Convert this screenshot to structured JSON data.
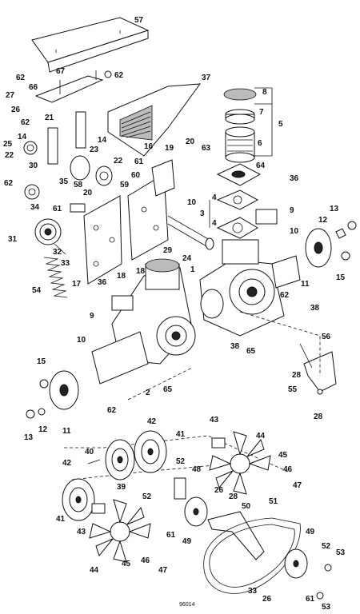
{
  "drawing_number": "96014",
  "callouts": {
    "c57": "57",
    "c67": "67",
    "c62a": "62",
    "c27": "27",
    "c26a": "26",
    "c66": "66",
    "c62b": "62",
    "c37": "37",
    "c8": "8",
    "c7": "7",
    "c5": "5",
    "c6": "6",
    "c62c": "62",
    "c21": "21",
    "c25": "25",
    "c14a": "14",
    "c22a": "22",
    "c14b": "14",
    "c23": "23",
    "c16": "16",
    "c19": "19",
    "c20a": "20",
    "c63": "63",
    "c64": "64",
    "c30": "30",
    "c22b": "22",
    "c61a": "61",
    "c60": "60",
    "c36a": "36",
    "c62d": "62",
    "c35": "35",
    "c58": "58",
    "c20b": "20",
    "c59": "59",
    "c10a": "10",
    "c3": "3",
    "c4a": "4",
    "c4b": "4",
    "c9a": "9",
    "c13a": "13",
    "c12a": "12",
    "c34": "34",
    "c61b": "61",
    "c31": "31",
    "c32": "32",
    "c33a": "33",
    "c10b": "10",
    "c29": "29",
    "c24": "24",
    "c15a": "15",
    "c11a": "11",
    "c17": "17",
    "c18a": "18",
    "c18b": "18",
    "c36b": "36",
    "c54": "54",
    "c1": "1",
    "c62e": "62",
    "c38a": "38",
    "c9b": "9",
    "c10c": "10",
    "c38b": "38",
    "c56": "56",
    "c65a": "65",
    "c15b": "15",
    "c2": "2",
    "c65b": "65",
    "c28a": "28",
    "c55": "55",
    "c28b": "28",
    "c62f": "62",
    "c13b": "13",
    "c12b": "12",
    "c11b": "11",
    "c42a": "42",
    "c43a": "43",
    "c44a": "44",
    "c41a": "41",
    "c40": "40",
    "c42b": "42",
    "c45a": "45",
    "c46a": "46",
    "c52a": "52",
    "c48": "48",
    "c47a": "47",
    "c39": "39",
    "c26b": "26",
    "c28c": "28",
    "c52b": "52",
    "c51": "51",
    "c50": "50",
    "c41b": "41",
    "c43b": "43",
    "c61c": "61",
    "c49a": "49",
    "c49b": "49",
    "c45b": "45",
    "c46b": "46",
    "c52c": "52",
    "c53a": "53",
    "c44b": "44",
    "c47b": "47",
    "c33b": "33",
    "c26c": "26",
    "c61d": "61",
    "c53b": "53"
  }
}
